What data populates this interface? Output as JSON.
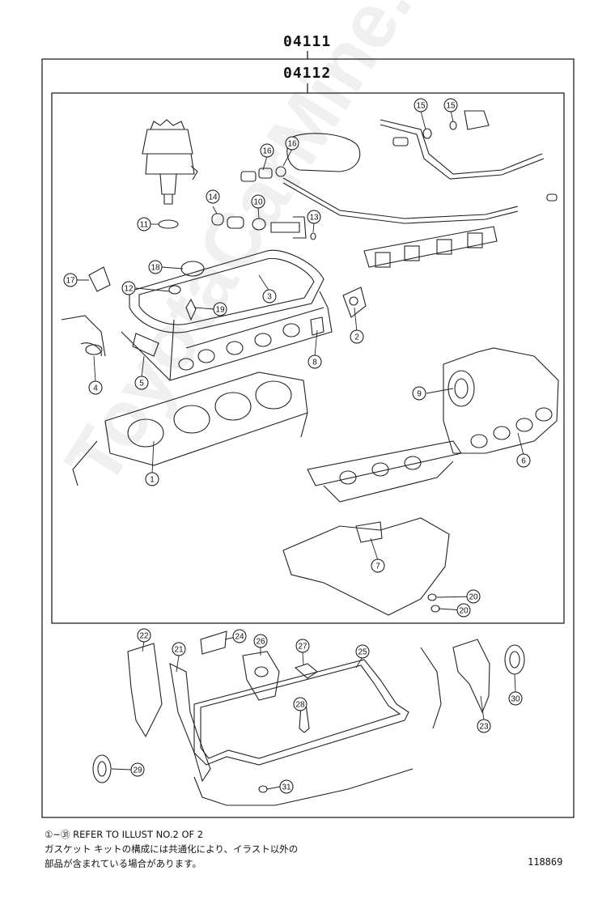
{
  "header": {
    "kit_code_outer": "04111",
    "kit_code_inner": "04112"
  },
  "watermark": "ToyotaCarMine.ru",
  "footer": {
    "note_line1": "①~㉛ REFER TO ILLUST NO.2 OF 2",
    "note_line2": "ガスケット キットの構成には共通化により、イラスト以外の",
    "note_line3": "部品が含まれている場合があります。",
    "illustration_number": "118869"
  },
  "callouts": [
    "1",
    "2",
    "3",
    "4",
    "5",
    "6",
    "7",
    "8",
    "9",
    "10",
    "11",
    "12",
    "13",
    "14",
    "15",
    "15",
    "16",
    "16",
    "17",
    "18",
    "19",
    "20",
    "20",
    "21",
    "22",
    "23",
    "24",
    "25",
    "26",
    "27",
    "28",
    "29",
    "30",
    "31"
  ]
}
